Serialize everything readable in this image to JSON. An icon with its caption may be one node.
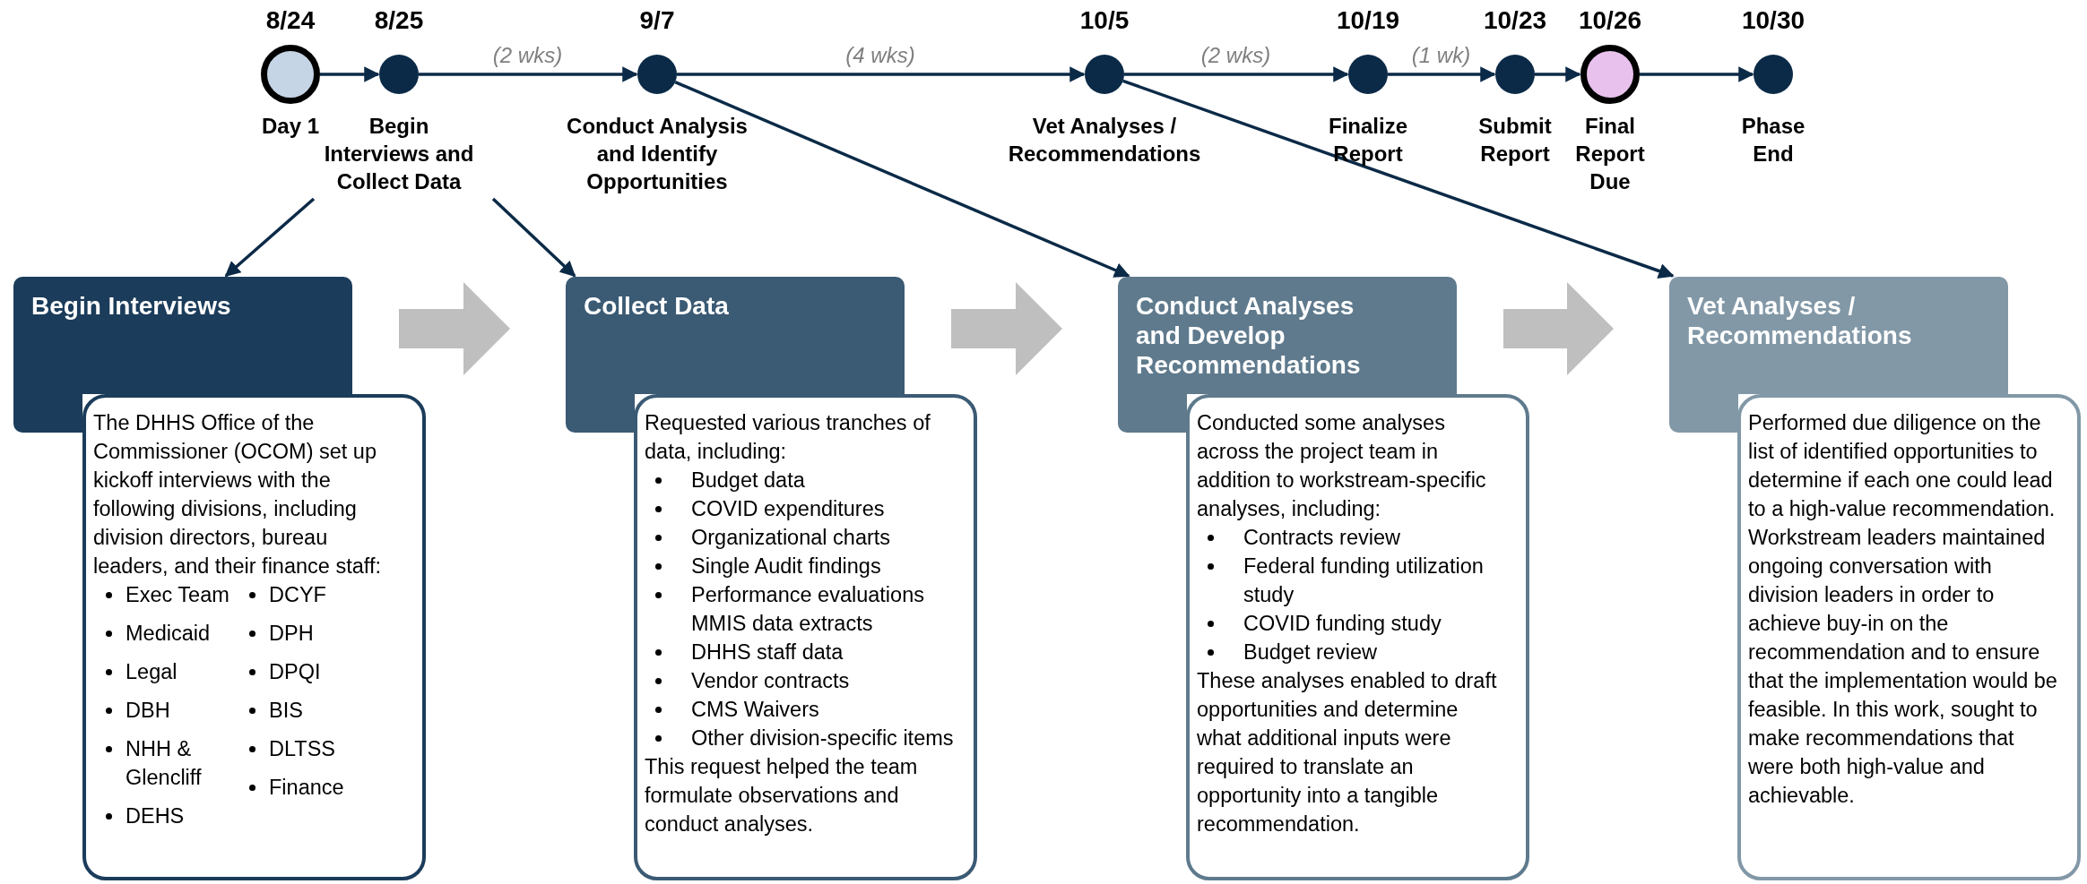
{
  "diagram": {
    "nodes": [
      {
        "text": [
          "8/24",
          "Day 1"
        ]
      },
      {
        "text": [
          "8/25",
          "Begin Interviews and Collect Data"
        ]
      },
      {
        "text": [
          "9/7",
          "Conduct Analysis and Identify Opportunities"
        ]
      },
      {
        "text": [
          "10/5",
          "Vet Analyses / Recommendations"
        ]
      },
      {
        "text": [
          "10/19",
          "Finalize Report"
        ]
      },
      {
        "text": [
          "10/23",
          "Submit Report"
        ]
      },
      {
        "text": [
          "10/26",
          "Final Report Due"
        ]
      },
      {
        "text": [
          "10/30",
          "Phase End"
        ]
      },
      {
        "text": [
          "Begin Interviews"
        ]
      },
      {
        "text": [
          "The DHHS Office of the Commissioner (OCOM) set up kickoff interviews with the following divisions, including division directors, bureau leaders, and their finance staff:",
          "Exec Team",
          "Medicaid",
          "Legal",
          "DBH",
          "NHH & Glencliff",
          "DEHS",
          "DCYF",
          "DPH",
          "DPQI",
          "BIS",
          "DLTSS",
          "Finance"
        ]
      },
      {
        "text": [
          "Collect Data"
        ]
      },
      {
        "text": [
          "Requested various tranches of data, including:",
          "Budget data",
          "COVID expenditures",
          "Organizational charts",
          "Single Audit findings",
          "Performance evaluations MMIS data extracts",
          "DHHS staff data",
          "Vendor contracts",
          "CMS Waivers",
          "Other division-specific items",
          "This request helped the team formulate observations and conduct analyses."
        ]
      },
      {
        "text": [
          "Conduct Analyses and Develop Recommendations"
        ]
      },
      {
        "text": [
          "Conducted some analyses across the project team in addition to workstream-specific analyses, including:",
          "Contracts review",
          "Federal funding utilization study",
          "COVID funding study",
          "Budget review",
          "These analyses enabled to draft opportunities and determine what additional inputs were required to translate an opportunity into a tangible recommendation."
        ]
      },
      {
        "text": [
          "Vet Analyses / Recommendations"
        ]
      },
      {
        "text": [
          "Performed due diligence on the list of identified opportunities to determine if each one could lead to a high-value recommendation. Workstream leaders maintained ongoing conversation with division leaders in order to achieve buy-in on the recommendation and to ensure that the implementation would be feasible. In this work, sought to make recommendations that were both high-value and achievable."
        ]
      }
    ],
    "edges": [
      {
        "from": 0,
        "to": 1,
        "arrow": "to"
      },
      {
        "from": 1,
        "to": 2,
        "arrow": "to",
        "label": "(2 wks)"
      },
      {
        "from": 2,
        "to": 3,
        "arrow": "to",
        "label": "(4 wks)"
      },
      {
        "from": 3,
        "to": 4,
        "arrow": "to",
        "label": "(2 wks)"
      },
      {
        "from": 4,
        "to": 5,
        "arrow": "to",
        "label": "(1 wk)"
      },
      {
        "from": 5,
        "to": 6,
        "arrow": "to"
      },
      {
        "from": 6,
        "to": 7,
        "arrow": "to"
      },
      {
        "from": 1,
        "to": 8,
        "arrow": "to"
      },
      {
        "from": 1,
        "to": 10,
        "arrow": "to"
      },
      {
        "from": 2,
        "to": 12,
        "arrow": "to"
      },
      {
        "from": 3,
        "to": 14,
        "arrow": "to"
      },
      {
        "from": 8,
        "to": 10,
        "arrow": "to",
        "style": "thick",
        "color": "#bfbfbf"
      },
      {
        "from": 10,
        "to": 12,
        "arrow": "to",
        "style": "thick",
        "color": "#bfbfbf"
      },
      {
        "from": 12,
        "to": 14,
        "arrow": "to",
        "style": "thick",
        "color": "#bfbfbf"
      }
    ]
  }
}
